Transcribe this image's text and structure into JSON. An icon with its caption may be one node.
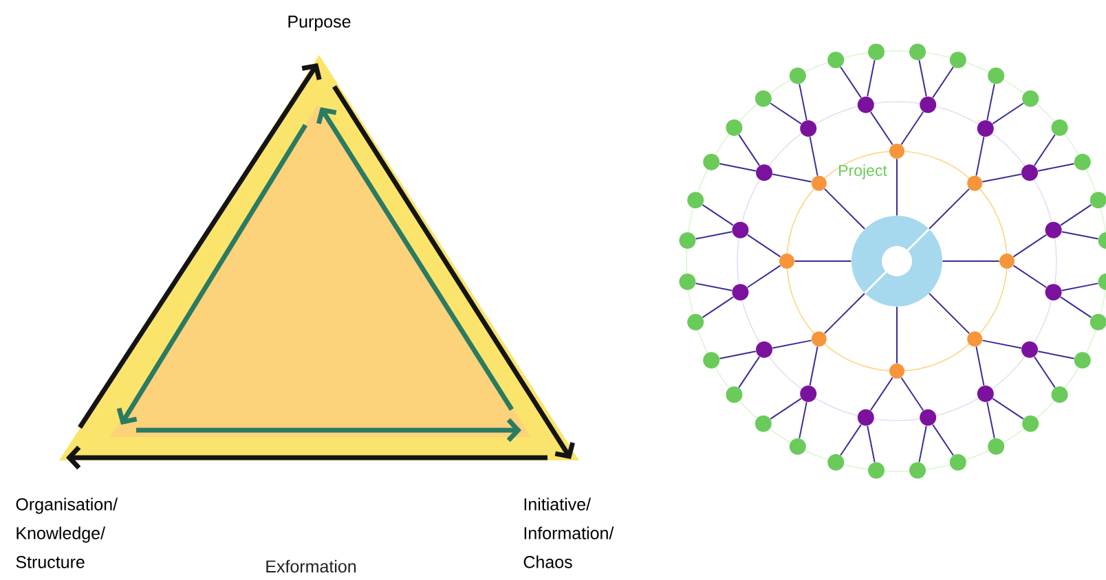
{
  "diagram": {
    "nodes": [
      {
        "text": [
          "Purpose"
        ]
      },
      {
        "text": [
          "Organisation/ Knowledge/ Structure"
        ]
      },
      {
        "text": [
          "Initiative/ Information/ Chaos"
        ]
      },
      {
        "text": [],
        "shape": "circle"
      },
      {
        "text": [],
        "shape": "circle"
      },
      {
        "text": [],
        "shape": "circle"
      },
      {
        "text": [],
        "shape": "circle"
      },
      {
        "text": [],
        "shape": "circle"
      },
      {
        "text": [],
        "shape": "circle"
      },
      {
        "text": [],
        "shape": "circle"
      },
      {
        "text": [],
        "shape": "circle"
      },
      {
        "text": [],
        "shape": "circle"
      },
      {
        "text": [],
        "shape": "circle"
      },
      {
        "text": [],
        "shape": "circle"
      },
      {
        "text": [],
        "shape": "circle"
      },
      {
        "text": [],
        "shape": "circle"
      },
      {
        "text": [],
        "shape": "circle"
      },
      {
        "text": [],
        "shape": "circle"
      },
      {
        "text": [],
        "shape": "circle"
      },
      {
        "text": [],
        "shape": "circle"
      },
      {
        "text": [],
        "shape": "circle"
      },
      {
        "text": [],
        "shape": "circle"
      },
      {
        "text": [],
        "shape": "circle"
      },
      {
        "text": [],
        "shape": "circle"
      },
      {
        "text": [],
        "shape": "circle"
      },
      {
        "text": [],
        "shape": "circle"
      },
      {
        "text": [],
        "shape": "circle"
      },
      {
        "text": [],
        "shape": "circle"
      },
      {
        "text": [],
        "shape": "circle"
      },
      {
        "text": [],
        "shape": "circle"
      },
      {
        "text": [],
        "shape": "circle"
      },
      {
        "text": [],
        "shape": "circle"
      },
      {
        "text": [],
        "shape": "circle"
      },
      {
        "text": [],
        "shape": "circle"
      },
      {
        "text": [],
        "shape": "circle"
      },
      {
        "text": [],
        "shape": "circle"
      },
      {
        "text": [],
        "shape": "circle"
      },
      {
        "text": [],
        "shape": "circle"
      },
      {
        "text": [],
        "shape": "circle"
      },
      {
        "text": [],
        "shape": "circle"
      },
      {
        "text": [],
        "shape": "circle"
      },
      {
        "text": [],
        "shape": "circle"
      },
      {
        "text": [],
        "shape": "circle"
      },
      {
        "text": [],
        "shape": "circle"
      },
      {
        "text": [],
        "shape": "circle"
      },
      {
        "text": [],
        "shape": "circle"
      },
      {
        "text": [],
        "shape": "circle"
      },
      {
        "text": [],
        "shape": "circle"
      },
      {
        "text": [],
        "shape": "circle"
      },
      {
        "text": [],
        "shape": "circle"
      },
      {
        "text": [],
        "shape": "circle"
      },
      {
        "text": [],
        "shape": "circle"
      },
      {
        "text": [],
        "shape": "circle"
      },
      {
        "text": [],
        "shape": "circle"
      },
      {
        "text": [],
        "shape": "circle"
      },
      {
        "text": [],
        "shape": "circle"
      },
      {
        "text": [],
        "shape": "circle"
      },
      {
        "text": [],
        "shape": "circle"
      },
      {
        "text": [],
        "shape": "circle"
      },
      {
        "text": [],
        "shape": "circle"
      }
    ],
    "edges": [
      {
        "from": 1,
        "to": 0,
        "arrow": "to",
        "style": "thick",
        "color": "#141414"
      },
      {
        "from": 0,
        "to": 2,
        "arrow": "to",
        "style": "thick",
        "color": "#141414"
      },
      {
        "from": 2,
        "to": 1,
        "arrow": "to",
        "style": "thick",
        "color": "#141414"
      },
      {
        "from": 0,
        "to": 1,
        "arrow": "to",
        "style": "thick",
        "color": "#2b7a62"
      },
      {
        "from": 1,
        "to": 2,
        "arrow": "to",
        "style": "thick",
        "color": "#2b7a62"
      },
      {
        "from": 2,
        "to": 0,
        "arrow": "to",
        "style": "thick",
        "color": "#2b7a62"
      },
      {
        "from": 3,
        "to": 4,
        "arrow": "none"
      },
      {
        "from": 3,
        "to": 5,
        "arrow": "none"
      },
      {
        "from": 3,
        "to": 6,
        "arrow": "none"
      },
      {
        "from": 3,
        "to": 7,
        "arrow": "none"
      },
      {
        "from": 3,
        "to": 8,
        "arrow": "none"
      },
      {
        "from": 3,
        "to": 9,
        "arrow": "none"
      },
      {
        "from": 3,
        "to": 10,
        "arrow": "none"
      },
      {
        "from": 3,
        "to": 11,
        "arrow": "none"
      },
      {
        "from": 4,
        "to": 12,
        "arrow": "none"
      },
      {
        "from": 4,
        "to": 13,
        "arrow": "none"
      },
      {
        "from": 5,
        "to": 14,
        "arrow": "none"
      },
      {
        "from": 5,
        "to": 15,
        "arrow": "none"
      },
      {
        "from": 6,
        "to": 16,
        "arrow": "none"
      },
      {
        "from": 6,
        "to": 17,
        "arrow": "none"
      },
      {
        "from": 7,
        "to": 18,
        "arrow": "none"
      },
      {
        "from": 7,
        "to": 19,
        "arrow": "none"
      },
      {
        "from": 8,
        "to": 20,
        "arrow": "none"
      },
      {
        "from": 8,
        "to": 21,
        "arrow": "none"
      },
      {
        "from": 9,
        "to": 22,
        "arrow": "none"
      },
      {
        "from": 9,
        "to": 23,
        "arrow": "none"
      },
      {
        "from": 10,
        "to": 24,
        "arrow": "none"
      },
      {
        "from": 10,
        "to": 25,
        "arrow": "none"
      },
      {
        "from": 11,
        "to": 26,
        "arrow": "none"
      },
      {
        "from": 11,
        "to": 27,
        "arrow": "none"
      },
      {
        "from": 12,
        "to": 28,
        "arrow": "none"
      },
      {
        "from": 12,
        "to": 29,
        "arrow": "none"
      },
      {
        "from": 13,
        "to": 30,
        "arrow": "none"
      },
      {
        "from": 13,
        "to": 31,
        "arrow": "none"
      },
      {
        "from": 14,
        "to": 32,
        "arrow": "none"
      },
      {
        "from": 14,
        "to": 33,
        "arrow": "none"
      },
      {
        "from": 15,
        "to": 34,
        "arrow": "none"
      },
      {
        "from": 15,
        "to": 35,
        "arrow": "none"
      },
      {
        "from": 16,
        "to": 36,
        "arrow": "none"
      },
      {
        "from": 16,
        "to": 37,
        "arrow": "none"
      },
      {
        "from": 17,
        "to": 38,
        "arrow": "none"
      },
      {
        "from": 17,
        "to": 39,
        "arrow": "none"
      },
      {
        "from": 18,
        "to": 40,
        "arrow": "none"
      },
      {
        "from": 18,
        "to": 41,
        "arrow": "none"
      },
      {
        "from": 19,
        "to": 42,
        "arrow": "none"
      },
      {
        "from": 19,
        "to": 43,
        "arrow": "none"
      },
      {
        "from": 20,
        "to": 44,
        "arrow": "none"
      },
      {
        "from": 20,
        "to": 45,
        "arrow": "none"
      },
      {
        "from": 21,
        "to": 46,
        "arrow": "none"
      },
      {
        "from": 21,
        "to": 47,
        "arrow": "none"
      },
      {
        "from": 22,
        "to": 48,
        "arrow": "none"
      },
      {
        "from": 22,
        "to": 49,
        "arrow": "none"
      },
      {
        "from": 23,
        "to": 50,
        "arrow": "none"
      },
      {
        "from": 23,
        "to": 51,
        "arrow": "none"
      },
      {
        "from": 24,
        "to": 52,
        "arrow": "none"
      },
      {
        "from": 24,
        "to": 53,
        "arrow": "none"
      },
      {
        "from": 25,
        "to": 54,
        "arrow": "none"
      },
      {
        "from": 25,
        "to": 55,
        "arrow": "none"
      },
      {
        "from": 26,
        "to": 56,
        "arrow": "none"
      },
      {
        "from": 26,
        "to": 57,
        "arrow": "none"
      },
      {
        "from": 27,
        "to": 58,
        "arrow": "none"
      },
      {
        "from": 27,
        "to": 59,
        "arrow": "none"
      }
    ],
    "labels": [
      "Exformation",
      "Project"
    ]
  }
}
